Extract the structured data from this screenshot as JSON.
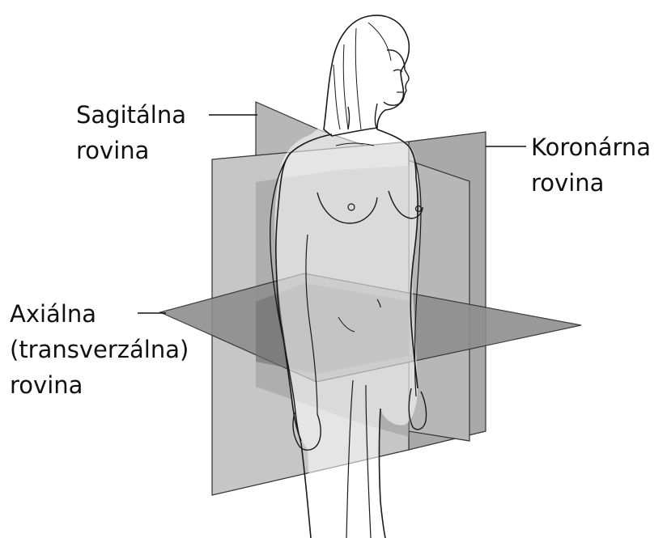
{
  "labels": {
    "sagittal": {
      "line1": "Sagitálna",
      "line2": "rovina"
    },
    "coronal": {
      "line1": "Koronárna",
      "line2": "rovina"
    },
    "axial": {
      "line1": "Axiálna",
      "line2": "(transverzálna)",
      "line3": "rovina"
    }
  },
  "colors": {
    "background": "#ffffff",
    "text": "#111111",
    "outline": "#1a1a1a",
    "plane_light": "#c4c4c4",
    "plane_mid": "#a8a8a8",
    "plane_dark": "#8a8a8a",
    "plane_overlap": "#6e6e6e"
  }
}
